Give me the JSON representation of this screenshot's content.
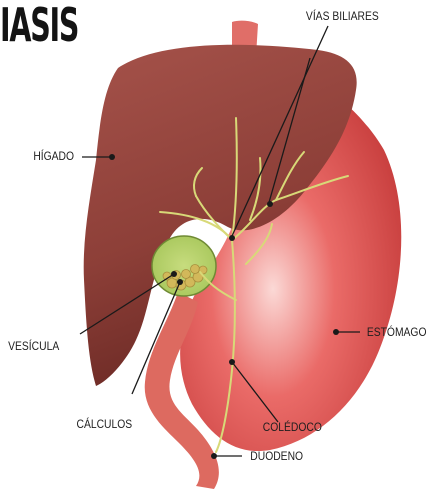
{
  "title": "IASIS",
  "labels": {
    "vias_biliares": "VÍAS BILIARES",
    "higado": "HÍGADO",
    "vesicula": "VESÍCULA",
    "calculos": "CÁLCULOS",
    "coledoco": "COLÉDOCO",
    "estomago": "ESTÓMAGO",
    "duodeno": "DUODENO"
  },
  "colors": {
    "liver": "#8d3f38",
    "liver_dark": "#6c2a25",
    "stomach": "#ea6b68",
    "stomach_light": "#fbd9d6",
    "duodenum": "#dd6a60",
    "bile_duct": "#d8d978",
    "gallbladder": "#a6c65a",
    "gallstones": "#d2b85a",
    "leader_line": "#1a1a1a"
  }
}
